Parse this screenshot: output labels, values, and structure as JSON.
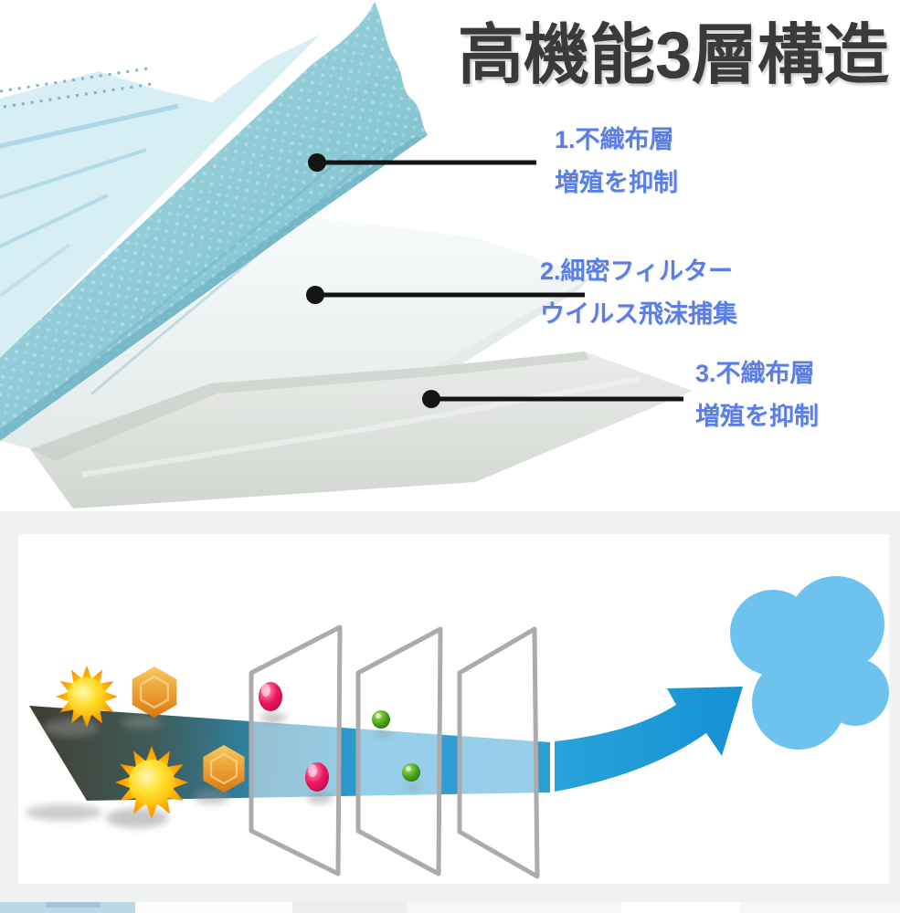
{
  "section_top": {
    "title": "高機能3層構造",
    "layers": [
      {
        "line1": "1.不織布層",
        "line2": "増殖を抑制"
      },
      {
        "line1": "2.細密フィルター",
        "line2": "ウイルス飛沫捕集"
      },
      {
        "line1": "3.不織布層",
        "line2": "増殖を抑制"
      }
    ]
  },
  "diagram": {
    "filter_panels_count": 3,
    "particles": [
      "sun-virus",
      "sun-virus",
      "pollen-hexagon",
      "pollen-hexagon",
      "droplet",
      "droplet",
      "germ",
      "germ"
    ],
    "flow": "contaminated-air-through-3-filters-to-clean-air"
  },
  "colors": {
    "title_text": "#3a3a3a",
    "label_text": "#5b7ee4",
    "pointer_line": "#141414",
    "mask_fabric_blue": "#8fc9d6",
    "mask_pleated_blue": "#d6eef4",
    "filter_white": "#eff4f4",
    "fabric_gray": "#dde1dc",
    "band_dark": "#403e33",
    "band_blue": "#2e9fd6",
    "arrow_blue": "#1e9bd8",
    "cloud_blue": "#6ec3ee",
    "sun_yellow": "#ffd600",
    "hex_orange": "#e8891f",
    "droplet_pink": "#e91e63",
    "germ_green": "#3c9710",
    "panel_outline": "#ababab",
    "backdrop_gray": "#f0f1f1"
  }
}
